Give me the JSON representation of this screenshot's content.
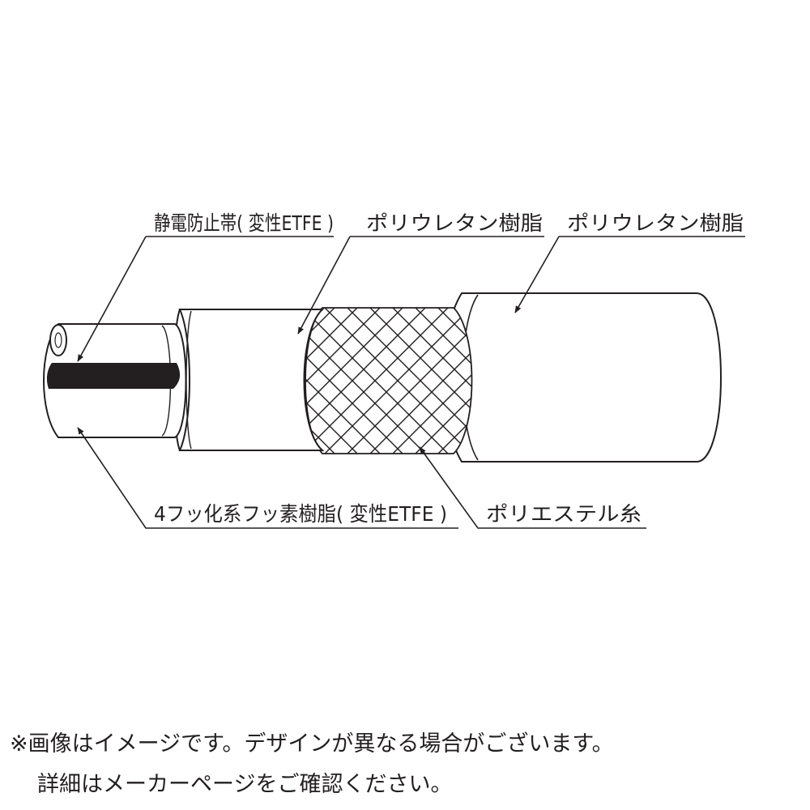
{
  "labels": {
    "antistatic_band": "静電防止帯( 変性ETFE )",
    "middle_layer": "ポリウレタン樹脂",
    "outer_layer": "ポリウレタン樹脂",
    "inner_tube": "4フッ化系フッ素樹脂( 変性ETFE )",
    "reinforcement": "ポリエステル糸"
  },
  "notes": {
    "line1": "※画像はイメージです。デザインが異なる場合がございます。",
    "line2": "詳細はメーカーページをご確認ください。"
  },
  "colors": {
    "line": "#231f20",
    "band": "#231f20",
    "background": "#ffffff"
  }
}
